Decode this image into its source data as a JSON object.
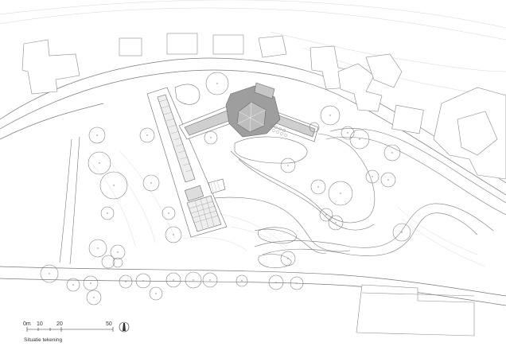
{
  "drawing": {
    "caption": "Situatie tekening"
  },
  "scale_bar": {
    "labels": [
      "0m",
      "10",
      "20",
      "50"
    ],
    "north_arrow": "north-arrow-icon"
  },
  "colors": {
    "line": "#6a6a6a",
    "light_line": "#b5b5b5",
    "building_fill": "#9a9a9a",
    "paper": "#ffffff"
  }
}
